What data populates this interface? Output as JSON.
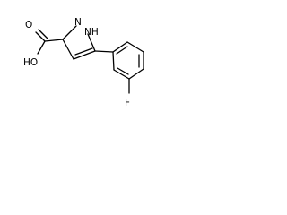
{
  "structure": {
    "labels": {
      "carboxyl_oxygen_double": "O",
      "carboxyl_hydroxyl": "HO",
      "ring_nitrogen": "N",
      "nh_group": "NH",
      "fluorine": "F"
    }
  },
  "colors": {
    "bond": "#000000",
    "label": "#000000",
    "background": "#ffffff"
  }
}
